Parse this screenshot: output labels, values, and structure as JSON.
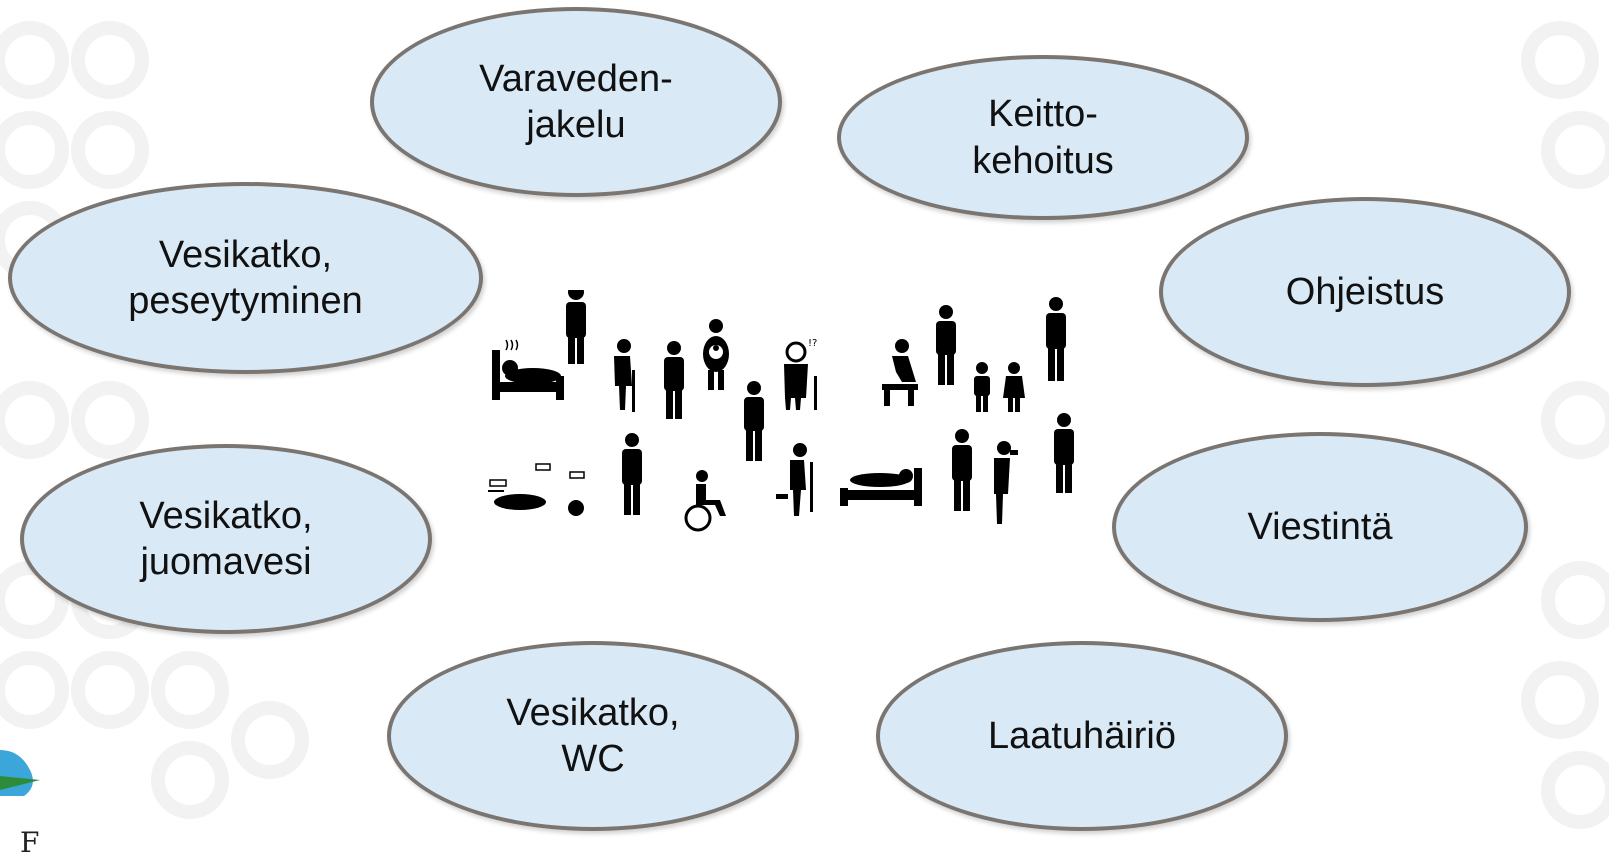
{
  "diagram": {
    "nodes": [
      {
        "id": "varaveden-jakelu",
        "label": "Varaveden-\njakelu"
      },
      {
        "id": "keitto-kehoitus",
        "label": "Keitto-\nkehoitus"
      },
      {
        "id": "vesikatko-peseytyminen",
        "label": "Vesikatko,\npeseytyminen"
      },
      {
        "id": "ohjeistus",
        "label": "Ohjeistus"
      },
      {
        "id": "vesikatko-juomavesi",
        "label": "Vesikatko,\njuomavesi"
      },
      {
        "id": "viestinta",
        "label": "Viestintä"
      },
      {
        "id": "vesikatko-wc",
        "label": "Vesikatko,\nWC"
      },
      {
        "id": "laatuhairio",
        "label": "Laatuhäiriö"
      }
    ],
    "center_image": "people-pictograms",
    "logo_text": "F"
  },
  "colors": {
    "bubble_fill": "#d9e9f6",
    "bubble_border": "#7a7570",
    "figure": "#000000",
    "background_rings": "#f1f1f1"
  }
}
